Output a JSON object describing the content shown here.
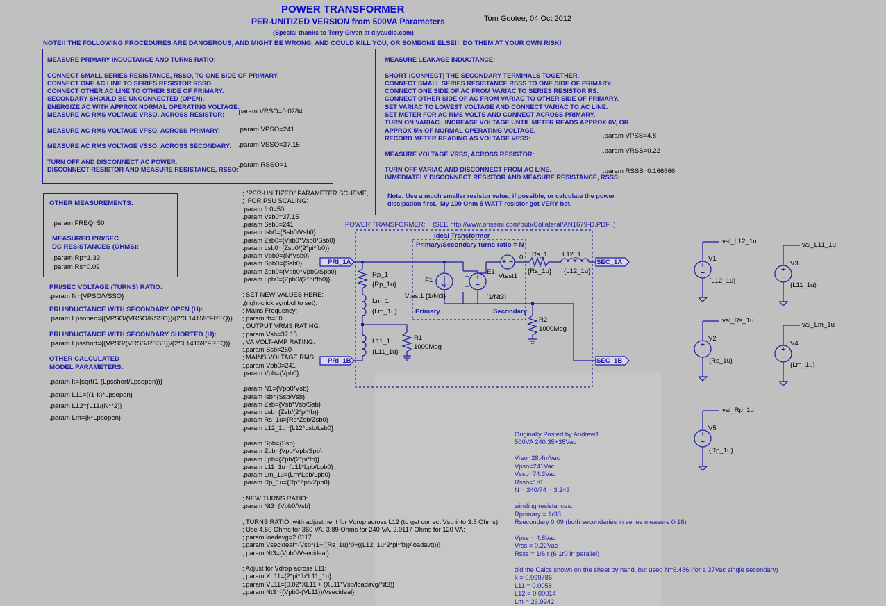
{
  "header": {
    "title": "POWER TRANSFORMER",
    "subtitle": "PER-UNITIZED VERSION from 500VA Parameters",
    "thanks": "(Special thanks to Terry Given at diyaudio.com)",
    "author": "Tom Gootee, 04 Oct 2012",
    "warning": "NOTE!! THE FOLLOWING PROCEDURES ARE DANGEROUS, AND MIGHT BE WRONG, AND COULD KILL YOU, OR SOMEONE ELSE!!  DO THEM AT YOUR OWN RISK!"
  },
  "primary_box": {
    "text": "MEASURE PRIMARY INDUCTANCE AND TURNS RATIO:\n\nCONNECT SMALL SERIES RESISTANCE, RSSO, TO ONE SIDE OF PRIMARY.\nCONNECT ONE AC LINE TO SERIES RESISTOR RSSO.\nCONNECT OTHER AC LINE TO OTHER SIDE OF PRIMARY.\nSECONDARY SHOULD BE UNCONNECTED (OPEN).\nENERGIZE AC WITH APPROX NORMAL OPERATING VOLTAGE.\nMEASURE AC RMS VOLTAGE VRSO, ACROSS RESISTOR:\n\nMEASURE AC RMS VOLTAGE VPSO, ACROSS PRIMARY:\n\nMEASURE AC RMS VOLTAGE VSSO, ACROSS SECONDARY:\n\nTURN OFF AND DISCONNECT AC POWER.\nDISCONNECT RESISTOR AND MEASURE RESISTANCE, RSSO:",
    "p1": ".param VRSO=0.0284",
    "p2": ".param VPSO=241",
    "p3": ".param VSSO=37.15",
    "p4": ".param RSSO=1"
  },
  "leakage_box": {
    "text": "MEASURE LEAKAGE INDUCTANCE:\n\nSHORT (CONNECT) THE SECONDARY TERMINALS TOGETHER.\nCONNECT SMALL SERIES RESISTANCE RSSS TO ONE SIDE OF PRIMARY.\nCONNECT ONE SIDE OF AC FROM VARIAC TO SERIES RESISTOR RS.\nCONNECT OTHER SIDE OF AC FROM VARIAC TO OTHER SIDE OF PRIMARY.\nSET VARIAC TO LOWEST VOLTAGE AND CONNECT VARIAC TO AC LINE.\nSET METER FOR AC RMS VOLTS AND CONNECT ACROSS PRIMARY.\nTURN ON VARIAC.  INCREASE VOLTAGE UNTIL METER READS APPROX 6V, OR\nAPPROX 5% OF NORMAL OPERATING VOLTAGE.\nRECORD METER READING AS VOLTAGE VPSS:\n\nMEASURE VOLTAGE VRSS, ACROSS RESISTOR:\n\nTURN OFF VARIAC AND DISCONNECT FROM AC LINE.\nIMMEDIATELY DISCONNECT RESISTOR AND MEASURE RESISTANCE, RSSS:",
    "note": "Note: Use a much smaller resistor value, if possible, or calculate the power\ndissipation first.  My 100 Ohm 5 WATT resistor got VERY hot.",
    "p1": ".param VPSS=4.8",
    "p2": ".param VRSS=0.22",
    "p3": ".param RSSS=0.166666"
  },
  "other_box": {
    "heading": "OTHER MEASUREMENTS:",
    "freq": ".param FREQ=50",
    "dc_heading": "MEASURED PRI/SEC\nDC RESISTANCES (OHMS):",
    "rp": ".param Rp=1.33",
    "rs": ".param Rs=0.09"
  },
  "left_calcs": {
    "ratio_heading": "PRI/SEC VOLTAGE (TURNS) RATIO:",
    "ratio": ".param N={VPSO/VSSO}",
    "open_heading": "PRI INDUCTANCE WITH SECONDARY OPEN (H):",
    "open": ".param Lpsopen={(VPSO/(VRSO/RSSO))/(2*3.14159*FREQ)}",
    "short_heading": "PRI INDUCTANCE WITH SECONDARY SHORTED (H):",
    "short": ".param Lpsshort={(VPSS/(VRSS/RSSS))/(2*3.14159*FREQ)}",
    "model_heading": "OTHER CALCULATED\nMODEL PARAMETERS:",
    "k": ".param k={sqrt(1-(Lpsshort/Lpsopen))}",
    "l11": ".param L11={(1-k)*Lpsopen}",
    "l12": ".param L12={L11/(N**2)}",
    "lm": ".param Lm={k*Lpsopen}"
  },
  "center_block": {
    "text": "; \"PER-UNITIZED\" PARAMETER SCHEME,\n;  FOR PSU SCALING:\n.param fb0=50\n.param Vsb0=37.15\n.param Ssb0=241\n.param Isb0={Ssb0/Vsb0}\n.param Zsb0={Vsb0*Vsb0/Ssb0}\n.param Lsb0={Zsb0/(2*pi*fb0)}\n.param Vpb0={N*Vsb0}\n.param Spb0={Ssb0}\n.param Zpb0={Vpb0*Vpb0/Spb0}\n.param Lpb0={Zpb0/(2*pi*fb0)}\n\n; SET NEW VALUES HERE:\n;(right-click symbol to set):\n; Mains Frequency:\n;.param fb=50\n; OUTPUT VRMS RATING:\n;.param Vsb=37.15\n; VA VOLT-AMP RATING:\n;.param Ssb=250\n; MAINS VOLTAGE RMS:\n;.param Vpb0=241\n.param Vpb={Vpb0}\n\n.param N1={Vpb0/Vsb}\n.param Isb={Ssb/Vsb}\n.param Zsb={Vsb*Vsb/Ssb}\n.param Lsb={Zsb/(2*pi*fb)}\n.param Rs_1u={Rs*Zsb/Zsb0}\n.param L12_1u={L12*Lsb/Lsb0}\n\n.param Spb={Ssb}\n.param Zpb={Vpb*Vpb/Spb}\n.param Lpb={Zpb/(2*pi*fb)}\n.param L11_1u={L11*Lpb/Lpb0}\n.param Lm_1u={Lm*Lpb/Lpb0}\n.param Rp_1u={Rp*Zpb/Zpb0}\n\n; NEW TURNS RATIO:\n.param Nt3={Vpb0/Vsb}\n\n; TURNS RATIO, with adjustment for Vdrop across L12 (to get correct Vsb into 3.5 Ohms):\n; Use 4.50 Ohms for 360 VA, 3.89 Ohms for 240 VA, 2.0117 Ohms for 120 VA:\n;.param loadavg=2.0117\n;.param Vsecideal={Vsb*(1+((Rs_1u)*0+((L12_1u*2*pi*fb))/loadavg))}\n;.param Nt3={Vpb0/Vsecideal}\n\n; Adjust for Vdrop across L11:\n;.param XL11={2*pi*fb*L11_1u}\n;.param VL11={0.02*XL11 + (XL11*Vsb/loadavg/Nt3)}\n;.param Nt3={(Vpb0-(VL11))/Vsecideal}"
  },
  "notes": {
    "text": "Originally Posted by AndrewT\n500VA 240:35+35Vac\n\nVrso=28.4mVac\nVpso=241Vac\nVsso=74.3Vac\nRsso=1r0\nN = 240/74 = 3.243\n\nwinding resistances.\nRprimary = 1r33\nRsecondary 0r09 (both secondaries in series measure 0r18)\n\nVpss = 4.8Vac\nVrss = 0.22Vac\nRsss = 1/6 r (6 1r0 in parallel)\n\ndid the Calcs shown on the sheet by hand, but used N=6.486 (for a 37Vac single secondary)\nk = 0.999786\nL11 = 0.0058\nL12 = 0.00014\nLm = 26.9942"
  },
  "schematic": {
    "caption": "POWER TRANSFORMER:    (SEE http://www.onsemi.com/pub/Collateral/AN1679-D.PDF .)",
    "ideal": "Ideal Transformer",
    "ratio": "Primary/Secondary turns ratio = N",
    "primary": "Primary",
    "secondary": "Secondary",
    "pri_1a": "PRI_1A",
    "pri_1b": "PRI_1B",
    "sec_1a": "SEC_1A",
    "sec_1b": "SEC_1B",
    "rp_name": "Rp_1",
    "rp_val": "{Rp_1u}",
    "lm_name": "Lm_1",
    "lm_val": "{Lm_1u}",
    "l11_name": "L11_1",
    "l11_val": "{L11_1u}",
    "r1_name": "R1",
    "r1_val": "1000Meg",
    "f1_name": "F1",
    "f1_val": "Vtest1 {1/Nt3}",
    "e1_name": "E1",
    "e1_val": "{1/Nt3}",
    "vtest_name": "Vtest1",
    "vtest_val": "0",
    "rs_name": "Rs_1",
    "rs_val": "{Rs_1u}",
    "l12_name": "L12_1",
    "l12_val": "{L12_1u}",
    "r2_name": "R2",
    "r2_val": "1000Meg"
  },
  "sources": [
    {
      "net": "val_L12_1u",
      "name": "V1",
      "val": "{L12_1u}"
    },
    {
      "net": "val_L11_1u",
      "name": "V3",
      "val": "{L11_1u}"
    },
    {
      "net": "val_Rs_1u",
      "name": "V2",
      "val": "{Rs_1u}"
    },
    {
      "net": "val_Lm_1u",
      "name": "V4",
      "val": "{Lm_1u}"
    },
    {
      "net": "val_Rp_1u",
      "name": "V5",
      "val": "{Rp_1u}"
    }
  ]
}
